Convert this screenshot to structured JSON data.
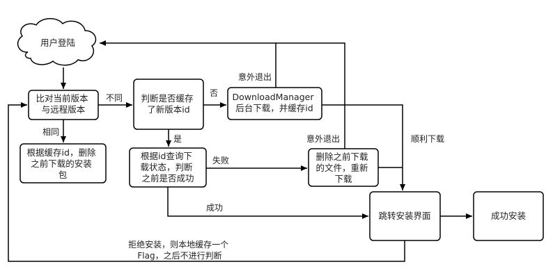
{
  "nodes": {
    "login": {
      "lines": [
        "用户登陆"
      ]
    },
    "compare": {
      "lines": [
        "比对当前版本",
        "与远程版本"
      ]
    },
    "delete_pkg": {
      "lines": [
        "根据缓存id，删除",
        "之前下载的安装",
        "包"
      ]
    },
    "check_cache": {
      "lines": [
        "判断是否缓存",
        "了新版本id"
      ]
    },
    "download": {
      "lines": [
        "DownloadManager",
        "后台下载，并缓存id"
      ]
    },
    "query_status": {
      "lines": [
        "根据id查询下",
        "载状态，判断",
        "之前是否成功"
      ]
    },
    "redownload": {
      "lines": [
        "删除之前下载",
        "的文件，重新",
        "下载"
      ]
    },
    "install_ui": {
      "lines": [
        "跳转安装界面"
      ]
    },
    "success": {
      "lines": [
        "成功安装"
      ]
    }
  },
  "edge_labels": {
    "different": "不同",
    "same": "相同",
    "no": "否",
    "yes": "是",
    "unexpected_exit_1": "意外退出",
    "unexpected_exit_2": "意外退出",
    "smooth_download": "顺利下载",
    "failed": "失败",
    "succeeded": "成功",
    "reject_line1": "拒绝安装，则本地缓存一个",
    "reject_line2": "Flag，之后不进行判断"
  },
  "colors": {
    "stroke": "#000000",
    "fill": "#ffffff",
    "text": "#222222"
  }
}
